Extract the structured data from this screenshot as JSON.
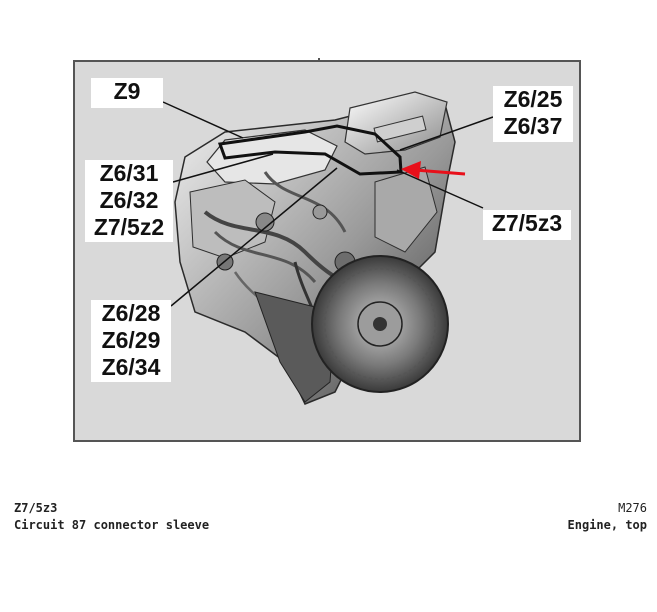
{
  "figure": {
    "callouts": {
      "z9": [
        "Z9"
      ],
      "upper_right": [
        "Z6/25",
        "Z6/37"
      ],
      "left_group": [
        "Z6/31",
        "Z6/32",
        "Z7/5z2"
      ],
      "right_lower": [
        "Z7/5z3"
      ],
      "bottom_group": [
        "Z6/28",
        "Z6/29",
        "Z6/34"
      ]
    },
    "arrow_color": "#e8101a"
  },
  "caption": {
    "code": "Z7/5z3",
    "description": "Circuit 87 connector sleeve",
    "figure_ref": "M276",
    "view": "Engine, top"
  }
}
